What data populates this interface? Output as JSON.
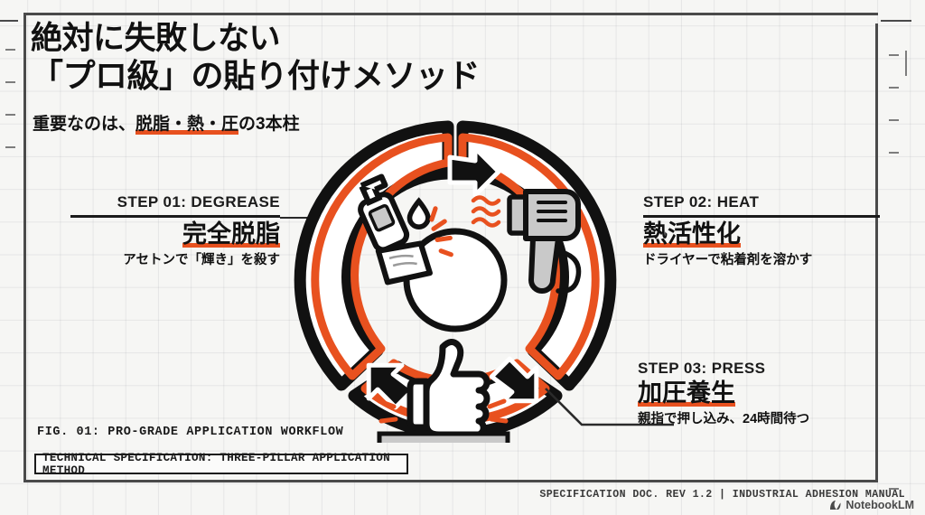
{
  "document": {
    "headline_line1": "絶対に失敗しない",
    "headline_line2": "「プロ級」の貼り付けメソッド",
    "subtitle_prefix": "重要なのは、",
    "subtitle_highlight": "脱脂・熱・圧",
    "subtitle_suffix": "の3本柱",
    "fig_caption": "FIG. 01: PRO-GRADE APPLICATION WORKFLOW",
    "spec_bar": "TECHNICAL SPECIFICATION: THREE-PILLAR APPLICATION METHOD",
    "footer_note": "SPECIFICATION DOC. REV 1.2  |  INDUSTRIAL ADHESION MANUAL",
    "watermark": "NotebookLM"
  },
  "colors": {
    "accent_orange": "#e8511f",
    "ink_black": "#111111",
    "grid_line": "#787d87",
    "frame": "#4a4a4a",
    "icon_gray": "#c9c9c9",
    "paper": "#f6f6f4"
  },
  "steps": [
    {
      "id": "01",
      "kicker": "STEP 01: DEGREASE",
      "jp_title": "完全脱脂",
      "description": "アセトンで「輝き」を殺す",
      "icon": "spray-bottle-and-wipe-icon",
      "position": "left"
    },
    {
      "id": "02",
      "kicker": "STEP 02: HEAT",
      "jp_title": "熱活性化",
      "description": "ドライヤーで粘着剤を溶かす",
      "icon": "hair-dryer-icon",
      "position": "right-upper"
    },
    {
      "id": "03",
      "kicker": "STEP 03: PRESS",
      "jp_title": "加圧養生",
      "description": "親指で押し込み、24時間待つ",
      "icon": "thumbs-up-press-icon",
      "position": "right-lower"
    }
  ],
  "diagram": {
    "type": "three-segment-cycle-donut",
    "segment_count": 3,
    "arrows": [
      {
        "name": "arrow-degrease-to-heat",
        "direction": "right"
      },
      {
        "name": "arrow-heat-to-press",
        "direction": "down-right"
      },
      {
        "name": "arrow-press-to-degrease",
        "direction": "up-left"
      }
    ]
  }
}
